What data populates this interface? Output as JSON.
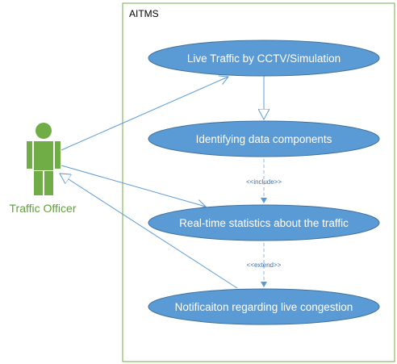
{
  "system": {
    "title": "AITMS",
    "border_color": "#70ad47"
  },
  "actor": {
    "name": "Traffic Officer",
    "color": "#70ad47"
  },
  "use_cases": [
    {
      "id": "uc1",
      "label": "Live Traffic by CCTV/Simulation"
    },
    {
      "id": "uc2",
      "label": "Identifying data components"
    },
    {
      "id": "uc3",
      "label": "Real-time statistics about the traffic"
    },
    {
      "id": "uc4",
      "label": "Notificaiton regarding live congestion"
    }
  ],
  "relationships": [
    {
      "from": "uc2",
      "to": "uc3",
      "label": "<<include>>"
    },
    {
      "from": "uc3",
      "to": "uc4",
      "label": "<<extend>>"
    }
  ],
  "colors": {
    "use_case_fill": "#5b9bd5",
    "line": "#5b9bd5",
    "dashed": "#8fb4e0"
  }
}
